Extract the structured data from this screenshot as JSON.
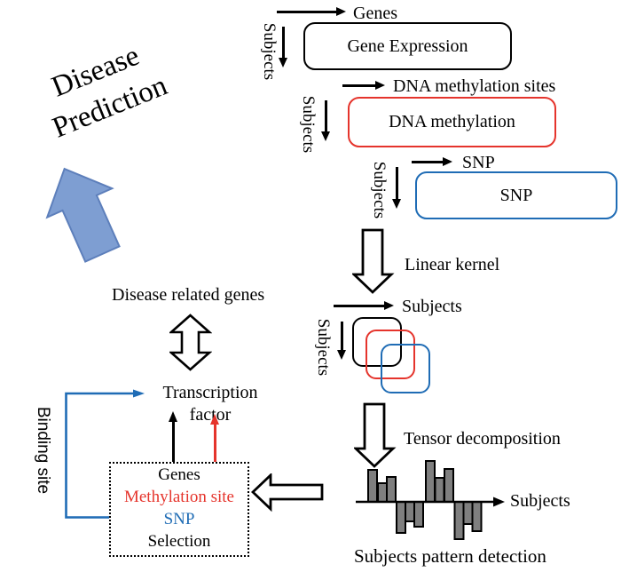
{
  "colors": {
    "red": "#e5342c",
    "blue": "#1f6cb5",
    "block_arrow_fill": "#7e9ed2",
    "block_arrow_border": "#5d7fbb",
    "bar_fill": "#7f7f7f"
  },
  "disease_prediction": {
    "line1": "Disease",
    "line2": "Prediction"
  },
  "matrices": {
    "gene_expression": {
      "box_label": "Gene Expression",
      "cols_label": "Genes",
      "rows_label": "Subjects"
    },
    "dna_methylation": {
      "box_label": "DNA methylation",
      "cols_label": "DNA methylation sites",
      "rows_label": "Subjects"
    },
    "snp": {
      "box_label": "SNP",
      "cols_label": "SNP",
      "rows_label": "Subjects"
    }
  },
  "linear_kernel_label": "Linear kernel",
  "kernel_matrices": {
    "cols_label": "Subjects",
    "rows_label": "Subjects"
  },
  "tensor_label": "Tensor decomposition",
  "pattern": {
    "axis_label": "Subjects",
    "caption": "Subjects pattern detection",
    "bars": [
      36,
      21,
      28,
      -35,
      -22,
      -28,
      46,
      27,
      37,
      -42,
      -25,
      -33
    ]
  },
  "disease_related_genes": "Disease related genes",
  "transcription_factor": {
    "line1": "Transcription",
    "line2": "factor"
  },
  "binding_site": "Binding site",
  "selection_box": {
    "items": [
      {
        "label": "Genes",
        "color": "#000000"
      },
      {
        "label": "Methylation site",
        "color": "#e5342c"
      },
      {
        "label": "SNP",
        "color": "#1f6cb5"
      },
      {
        "label": "Selection",
        "color": "#000000"
      }
    ]
  }
}
